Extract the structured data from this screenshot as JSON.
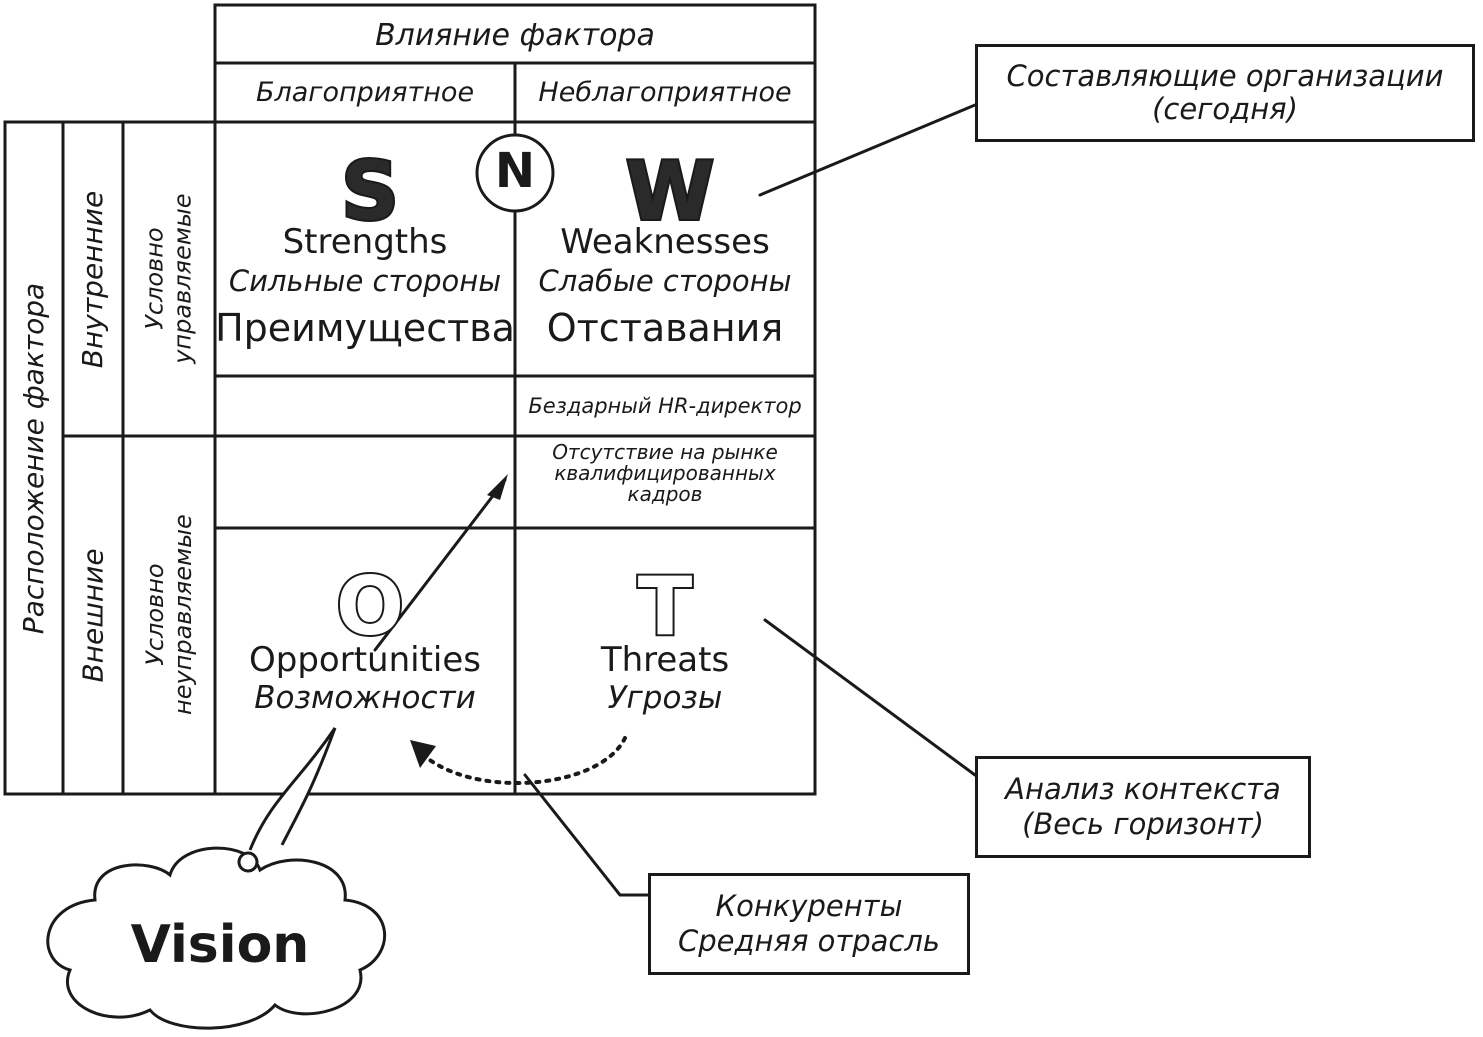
{
  "header": {
    "influence": "Влияние фактора",
    "favorable": "Благоприятное",
    "unfavorable": "Неблагоприятное"
  },
  "side": {
    "location": "Расположение фактора",
    "internal": "Внутренние",
    "external": "Внешние",
    "controlled": "Условно управляемые",
    "uncontrolled": "Условно неуправляемые"
  },
  "quadrants": {
    "s": {
      "letter": "S",
      "en": "Strengths",
      "ru": "Сильные стороны",
      "alt": "Преимущества"
    },
    "w": {
      "letter": "W",
      "en": "Weaknesses",
      "ru": "Слабые стороны",
      "alt": "Отставания"
    },
    "n": {
      "letter": "N"
    },
    "o": {
      "letter": "O",
      "en": "Opportunities",
      "ru": "Возможности"
    },
    "t": {
      "letter": "T",
      "en": "Threats",
      "ru": "Угрозы"
    }
  },
  "mid_cells": {
    "hr": "Бездарный HR-директор",
    "market_1": "Отсутствие на рынке",
    "market_2": "квалифицированных",
    "market_3": "кадров"
  },
  "callouts": {
    "org_1": "Составляющие организации",
    "org_2": "(сегодня)",
    "context_1": "Анализ контекста",
    "context_2": "(Весь горизонт)",
    "comp_1": "Конкуренты",
    "comp_2": "Средняя отрасль"
  },
  "vision": "Vision"
}
